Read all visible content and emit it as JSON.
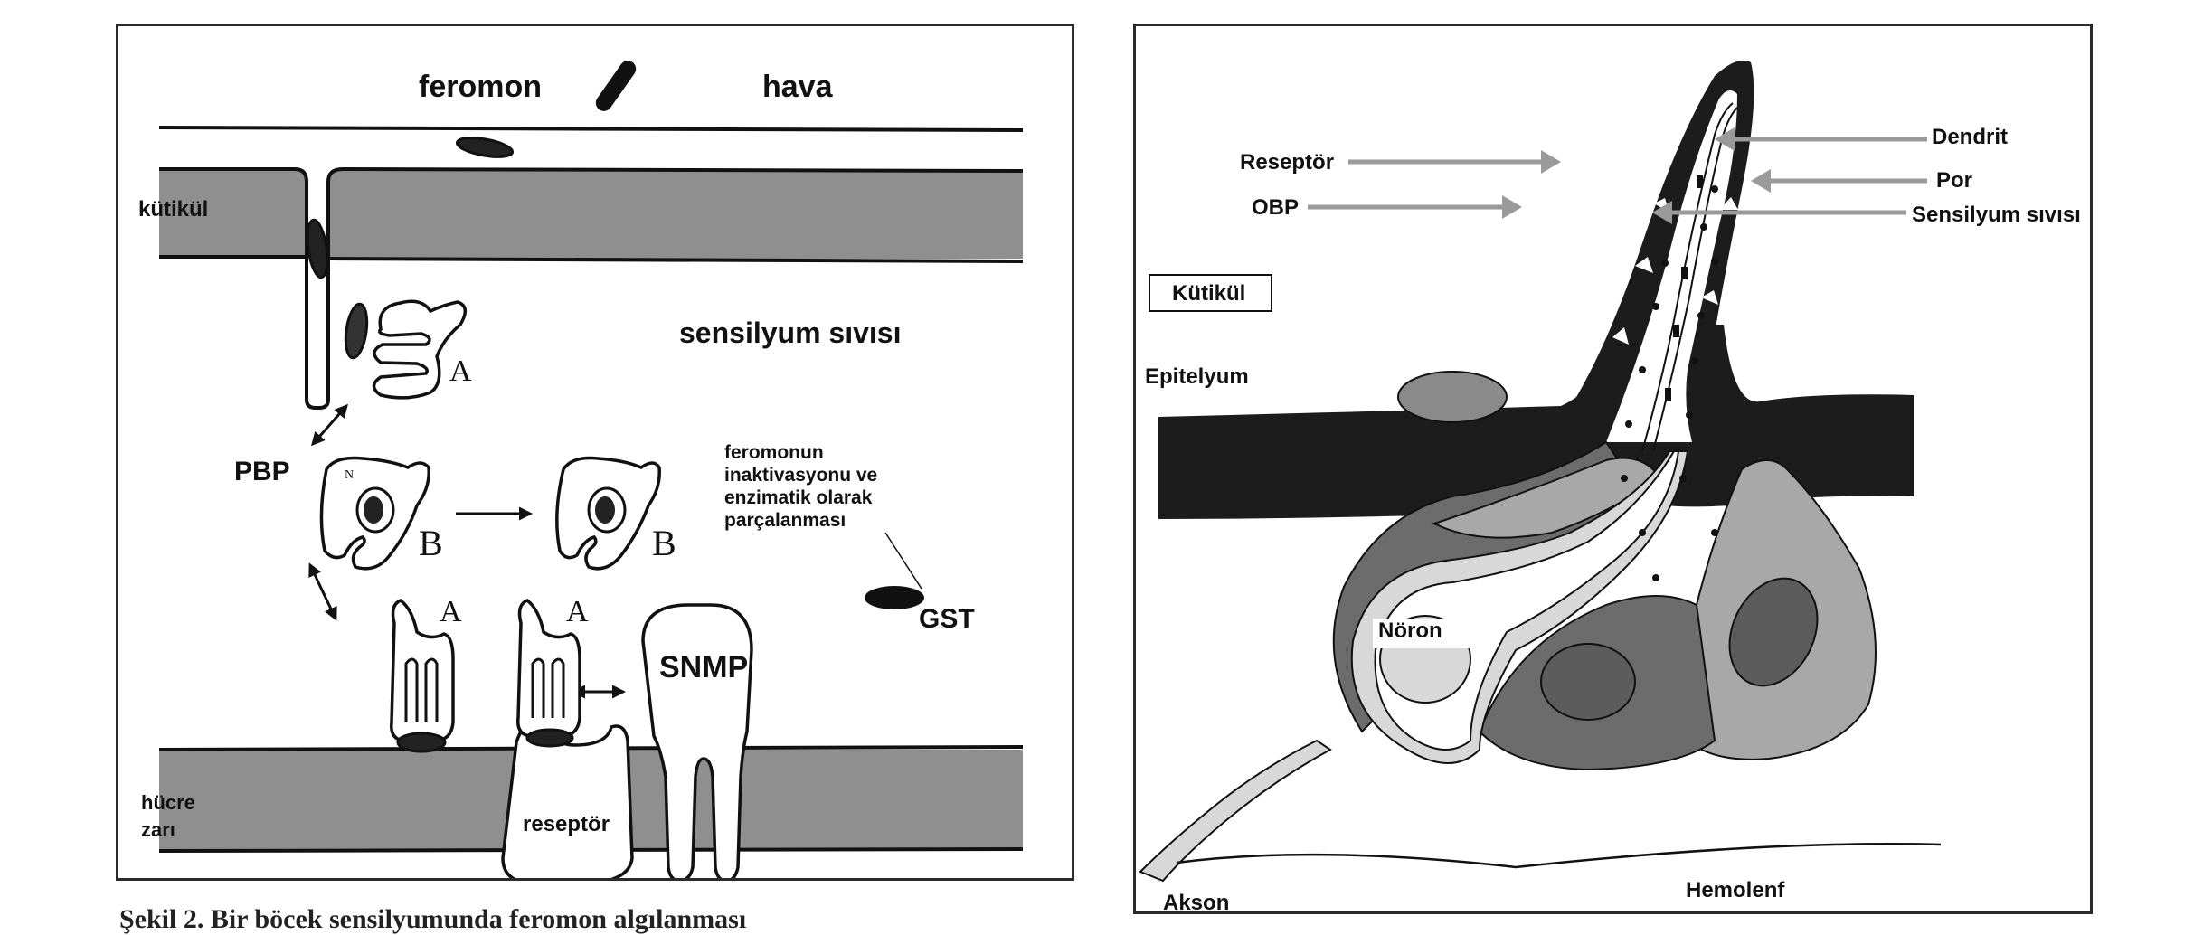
{
  "left_figure": {
    "labels": {
      "pheromone": "feromon",
      "air": "hava",
      "cuticle": "kütikül",
      "sensillum_lymph": "sensilyum sıvısı",
      "pbp": "PBP",
      "n_terminus": "N",
      "state_a_top": "A",
      "state_b_left": "B",
      "state_b_right": "B",
      "state_a_bottom_left": "A",
      "state_a_bottom_right": "A",
      "inactivation_note": [
        "feromonun",
        "inaktivasyonu ve",
        "enzimatik olarak",
        "parçalanması"
      ],
      "gst": "GST",
      "snmp": "SNMP",
      "receptor": "reseptör",
      "cell_membrane": [
        "hücre",
        "zarı"
      ]
    }
  },
  "right_figure": {
    "labels": {
      "dendrite": "Dendrit",
      "receptor": "Reseptör",
      "pore": "Por",
      "obp": "OBP",
      "sensillum_lymph": "Sensilyum sıvısı",
      "cuticle": "Kütikül",
      "epithelium": "Epitelyum",
      "neuron": "Nöron",
      "hemolymph": "Hemolenf",
      "axon": "Akson"
    }
  },
  "caption": "Şekil 2. Bir böcek sensilyumunda feromon algılanması"
}
